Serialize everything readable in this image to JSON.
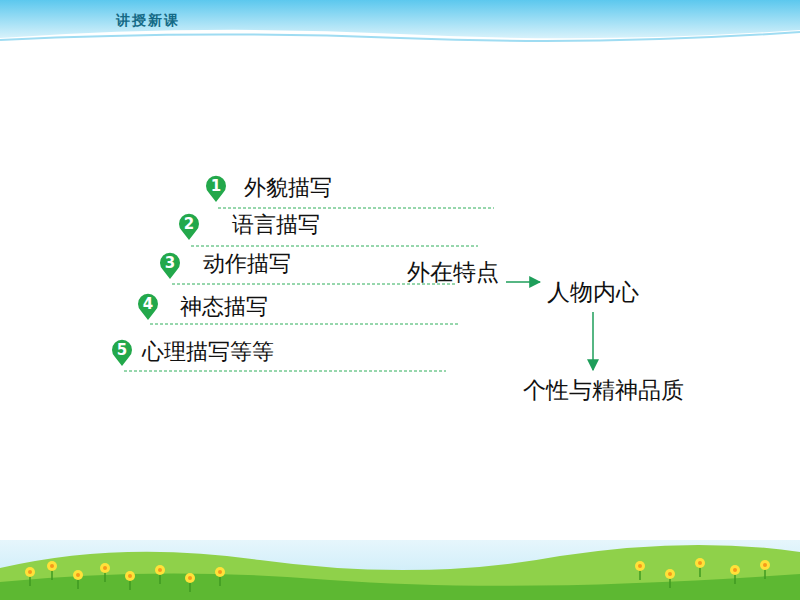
{
  "diagram": {
    "title": "讲授新课",
    "nodes": [
      {
        "text": [
          "外在特点"
        ]
      },
      {
        "text": [
          "人物内心"
        ]
      },
      {
        "text": [
          "个性与精神品质"
        ]
      }
    ],
    "edges": [
      {
        "from": 0,
        "to": 1,
        "arrow": "to"
      },
      {
        "from": 1,
        "to": 2,
        "arrow": "to"
      }
    ],
    "labels": [
      "1",
      "外貌描写",
      "2",
      "语言描写",
      "3",
      "动作描写",
      "4",
      "神态描写",
      "5",
      "心理描写等等"
    ]
  }
}
